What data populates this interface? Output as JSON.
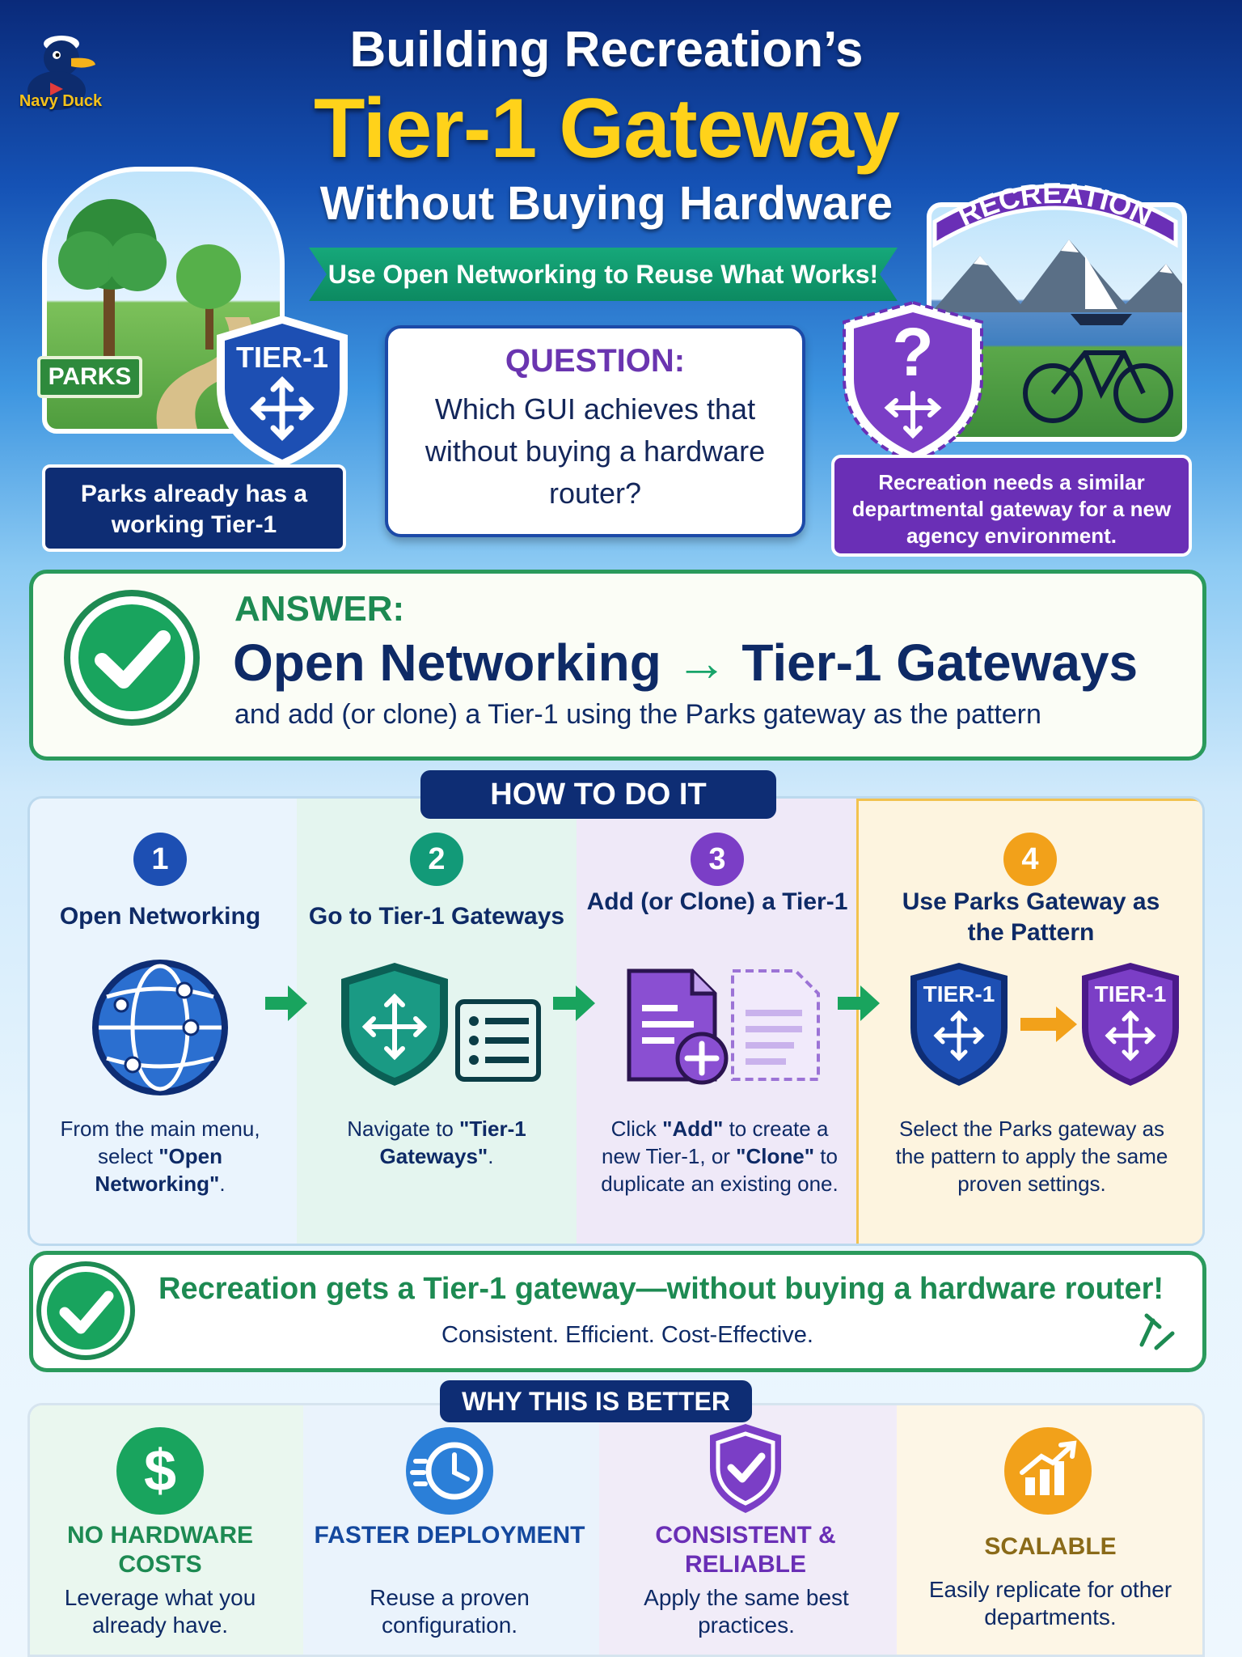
{
  "brand": {
    "logo_text": "Navy Duck"
  },
  "header": {
    "line1": "Building Recreation’s",
    "line2": "Tier-1 Gateway",
    "line3": "Without Buying Hardware",
    "ribbon": "Use Open Networking to Reuse What Works!"
  },
  "parks": {
    "sign": "PARKS",
    "shield_label": "TIER-1",
    "label": "Parks already has a working Tier-1"
  },
  "question": {
    "title": "QUESTION:",
    "text": "Which GUI achieves that without buying a hardware router?"
  },
  "recreation": {
    "banner": "RECREATION",
    "shield_mark": "?",
    "label": "Recreation needs a similar departmental gateway for a new agency environment."
  },
  "answer": {
    "title": "ANSWER:",
    "main_left": "Open Networking",
    "arrow": "→",
    "main_right": "Tier-1 Gateways",
    "sub": "and add (or clone) a Tier-1 using the Parks gateway as the pattern"
  },
  "how": {
    "title": "HOW TO DO IT",
    "steps": [
      {
        "num": "1",
        "title": "Open Networking",
        "desc_pre": "From the main menu, select ",
        "desc_bold": "\"Open Networking\"",
        "desc_post": "."
      },
      {
        "num": "2",
        "title": "Go to Tier-1 Gateways",
        "desc_pre": "Navigate to ",
        "desc_bold": "\"Tier-1 Gateways\"",
        "desc_post": "."
      },
      {
        "num": "3",
        "title": "Add (or Clone) a Tier-1",
        "desc_a": "Click ",
        "desc_b": "\"Add\"",
        "desc_c": " to create a new Tier-1, or ",
        "desc_d": "\"Clone\"",
        "desc_e": " to duplicate an existing one."
      },
      {
        "num": "4",
        "title": "Use Parks Gateway as the Pattern",
        "shield_a": "TIER-1",
        "shield_b": "TIER-1",
        "desc": "Select the Parks gateway as the pattern to apply the same proven settings."
      }
    ]
  },
  "result": {
    "main": "Recreation gets a Tier-1 gateway—without buying a hardware router!",
    "sub": "Consistent. Efficient. Cost-Effective."
  },
  "why": {
    "title": "WHY THIS IS BETTER",
    "items": [
      {
        "heading": "NO HARDWARE COSTS",
        "desc": "Leverage what you already have.",
        "color": "#1d8a52",
        "icon": "dollar-icon"
      },
      {
        "heading": "FASTER DEPLOYMENT",
        "desc": "Reuse a proven configuration.",
        "color": "#14489e",
        "icon": "fast-clock-icon"
      },
      {
        "heading": "CONSISTENT & RELIABLE",
        "desc": "Apply the same best practices.",
        "color": "#6a2fb6",
        "icon": "shield-check-icon"
      },
      {
        "heading": "SCALABLE",
        "desc": "Easily replicate for other departments.",
        "color": "#8a6a18",
        "icon": "growth-chart-icon"
      }
    ]
  },
  "colors": {
    "navy": "#0e2d74",
    "green": "#1d8a52",
    "purple": "#6a2fb6",
    "yellow": "#ffd21a",
    "orange": "#f2a11a"
  }
}
